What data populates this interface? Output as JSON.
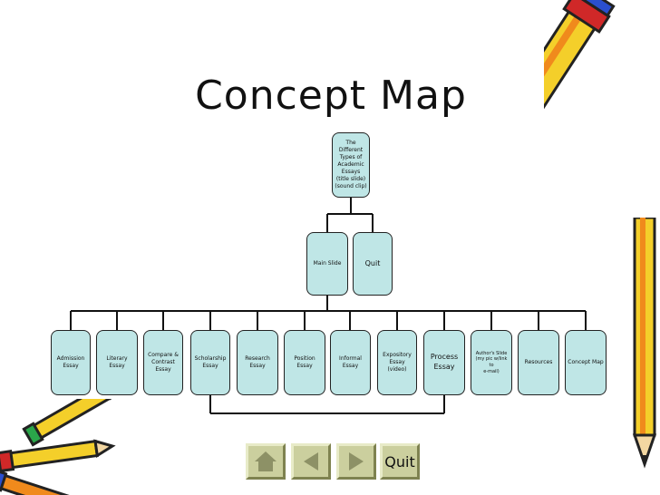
{
  "title": "Concept Map",
  "root": "The\nDifferent\nTypes of\nAcademic\nEssays\n(title slide)\n(sound clip)",
  "level2": {
    "main": "Main Slide",
    "quit": "Quit"
  },
  "essays": [
    "Admission\nEssay",
    "Literary Essay",
    "Compare &\nContrast\nEssay",
    "Scholarship\nEssay",
    "Research Essay",
    "Position Essay",
    "Informal Essay",
    "Expository\nEssay\n(video)",
    "Process\nEssay",
    "Author's Slide\n(my pic w/link to\ne-mail)",
    "Resources",
    "Concept Map"
  ],
  "nav": {
    "quit_label": "Quit"
  },
  "icons": {
    "home": "home-icon",
    "back": "back-arrow-icon",
    "forward": "forward-arrow-icon",
    "pencil_top": "pencil-icon",
    "pencils_bottom": "pencils-icon"
  },
  "colors": {
    "node_fill": "#bfe6e6",
    "nav_button": "#cbcf9e"
  }
}
